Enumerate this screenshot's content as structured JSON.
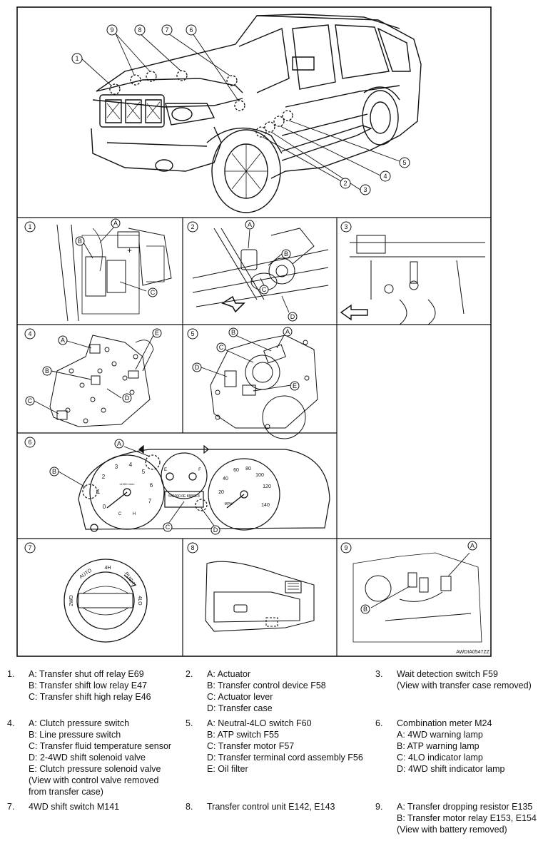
{
  "figure_code": "AWDIA0547ZZ",
  "panel_numbers": [
    "1",
    "2",
    "3",
    "4",
    "5",
    "6",
    "7",
    "8",
    "9"
  ],
  "overview_callouts": [
    "1",
    "2",
    "3",
    "4",
    "5",
    "6",
    "7",
    "8",
    "9"
  ],
  "panel_letters": {
    "p1": [
      "A",
      "B",
      "C"
    ],
    "p2": [
      "A",
      "B",
      "C",
      "D"
    ],
    "p4": [
      "A",
      "B",
      "C",
      "D",
      "E"
    ],
    "p5": [
      "A",
      "B",
      "C",
      "D",
      "E"
    ],
    "p6": [
      "A",
      "B",
      "C",
      "D"
    ],
    "p9": [
      "A",
      "B"
    ]
  },
  "switch_labels": {
    "auto": "AUTO",
    "h4": "4H",
    "push": "PUSH",
    "lo4": "4LO",
    "wd2": "2WD"
  },
  "meter": {
    "odometer": "555000.0E 88888.8",
    "tacho_label": "x1000 r/min",
    "tacho_ticks": [
      "0",
      "1",
      "2",
      "3",
      "4",
      "5",
      "6",
      "7"
    ],
    "speed_ticks": [
      "20",
      "40",
      "60",
      "80",
      "100",
      "120",
      "140"
    ],
    "speed_unit": "MPH",
    "temp_ticks": [
      "H",
      "C"
    ],
    "fuel_ticks": [
      "E",
      "F"
    ]
  },
  "legend": [
    {
      "num": "1.",
      "lines": [
        "A: Transfer shut off relay E69",
        "B: Transfer shift low relay E47",
        "C: Transfer shift high relay E46"
      ]
    },
    {
      "num": "2.",
      "lines": [
        "A: Actuator",
        "B: Transfer control device F58",
        "C: Actuator lever",
        "D: Transfer case"
      ]
    },
    {
      "num": "3.",
      "lines": [
        "Wait detection switch F59",
        "(View with transfer case removed)"
      ]
    },
    {
      "num": "4.",
      "lines": [
        "A: Clutch pressure switch",
        "B: Line pressure switch",
        "C: Transfer fluid temperature sensor",
        "D: 2-4WD shift solenoid valve",
        "E: Clutch pressure solenoid valve",
        "(View with control valve removed",
        "from transfer case)"
      ]
    },
    {
      "num": "5.",
      "lines": [
        "A: Neutral-4LO switch F60",
        "B: ATP switch F55",
        "C: Transfer motor F57",
        "D: Transfer terminal cord assembly F56",
        "E: Oil filter"
      ]
    },
    {
      "num": "6.",
      "lines": [
        "Combination meter M24",
        "A: 4WD warning lamp",
        "B: ATP warning lamp",
        "C: 4LO indicator lamp",
        "D: 4WD shift indicator lamp"
      ]
    },
    {
      "num": "7.",
      "lines": [
        "4WD shift switch M141"
      ]
    },
    {
      "num": "8.",
      "lines": [
        "Transfer control unit E142, E143"
      ]
    },
    {
      "num": "9.",
      "lines": [
        "A: Transfer dropping resistor E135",
        "B: Transfer motor relay E153, E154",
        "(View with battery removed)"
      ]
    }
  ]
}
